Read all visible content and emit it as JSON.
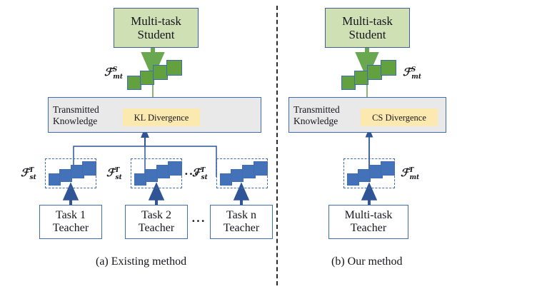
{
  "figure": {
    "panels": [
      {
        "id": "a",
        "caption": "(a) Existing method",
        "student": {
          "line1": "Multi-task",
          "line2": "Student"
        },
        "student_feature_label": {
          "base": "ℱ",
          "sub": "mt",
          "sup": "S"
        },
        "transmitted_knowledge": {
          "line1": "Transmitted",
          "line2": "Knowledge"
        },
        "divergence": "KL Divergence",
        "teacher_features": [
          {
            "base": "ℱ",
            "sub": "st",
            "sup": "T"
          },
          {
            "base": "ℱ",
            "sub": "st",
            "sup": "T"
          },
          {
            "base": "ℱ",
            "sub": "st",
            "sup": "T"
          }
        ],
        "teachers": [
          {
            "line1": "Task 1",
            "line2": "Teacher"
          },
          {
            "line1": "Task 2",
            "line2": "Teacher"
          },
          {
            "line1": "Task n",
            "line2": "Teacher"
          }
        ],
        "ellipsis": "···"
      },
      {
        "id": "b",
        "caption": "(b) Our method",
        "student": {
          "line1": "Multi-task",
          "line2": "Student"
        },
        "student_feature_label": {
          "base": "ℱ",
          "sub": "mt",
          "sup": "S"
        },
        "transmitted_knowledge": {
          "line1": "Transmitted",
          "line2": "Knowledge"
        },
        "divergence": "CS Divergence",
        "teacher_features": [
          {
            "base": "ℱ",
            "sub": "mt",
            "sup": "T"
          }
        ],
        "teachers": [
          {
            "line1": "Multi-task",
            "line2": "Teacher"
          }
        ]
      }
    ],
    "colors": {
      "student_fill": "#cfe0b4",
      "box_border": "#3f6cb4",
      "gray_fill": "#e9e9e9",
      "yellow_fill": "#fce9b0",
      "green_square": "#63a13f",
      "blue_square": "#4472b8",
      "green_arrow": "#6aa84f",
      "blue_arrow": "#2f5597",
      "divider": "#2b2b2b"
    }
  }
}
